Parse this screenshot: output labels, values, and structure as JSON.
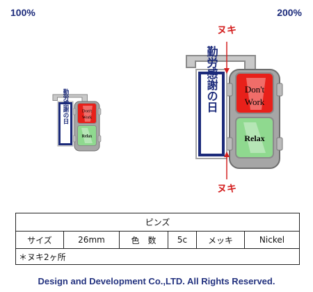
{
  "scales": {
    "left": "100%",
    "right": "200%"
  },
  "pin": {
    "vertical_text": "勤労感謝の日",
    "signal_top": {
      "line1": "Don't",
      "line2": "Work",
      "color": "#e8201a"
    },
    "signal_bottom": {
      "text": "Relax",
      "color": "#8fd98f"
    },
    "cut_label_top": "ヌキ",
    "cut_label_bottom": "ヌキ",
    "cut_color": "#d42020"
  },
  "spec_table": {
    "title": "ピンズ",
    "rows": [
      {
        "label": "サイズ",
        "value": "26mm"
      },
      {
        "label": "色　数",
        "value": "5c"
      },
      {
        "label": "メッキ",
        "value": "Nickel"
      }
    ],
    "note": "＊ヌキ2ヶ所"
  },
  "footer": "Design and Development Co.,LTD. All Rights Reserved."
}
